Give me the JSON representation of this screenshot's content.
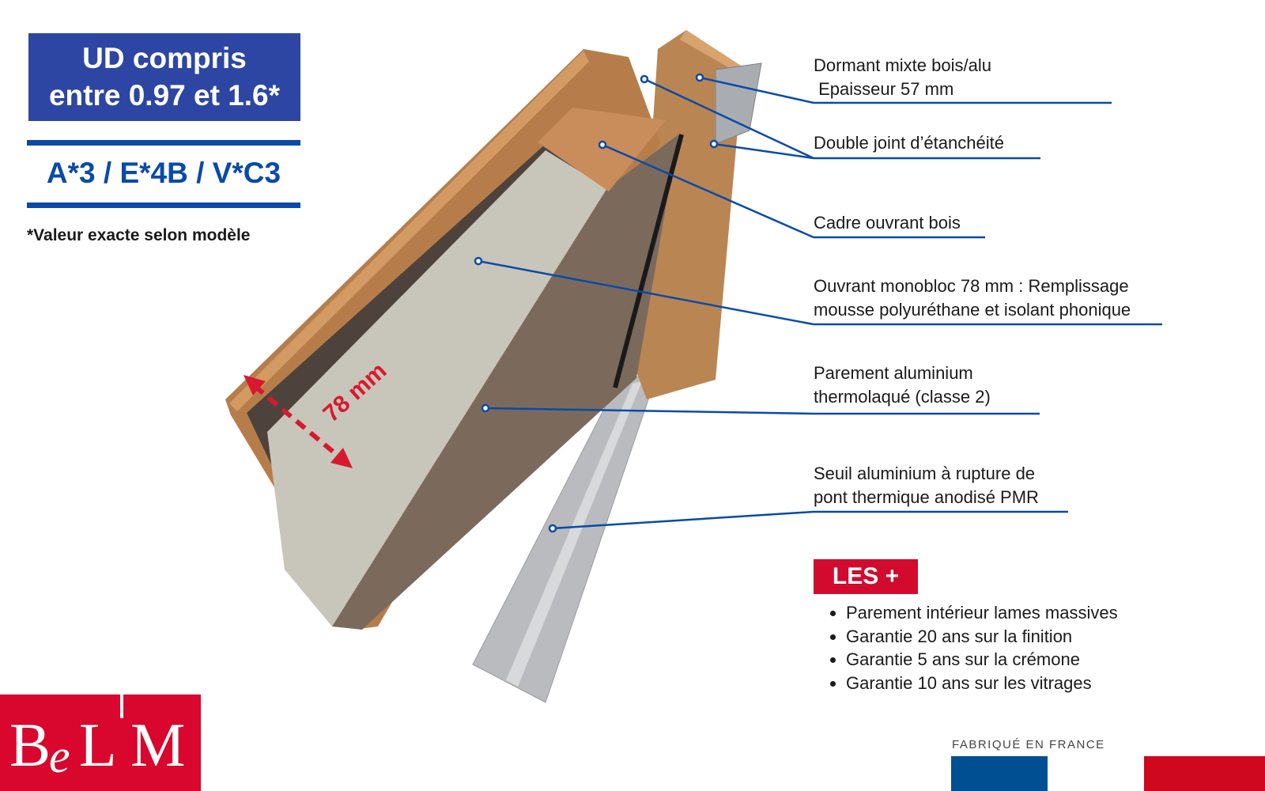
{
  "performance": {
    "ud_line1": "UD compris",
    "ud_line2": "entre 0.97 et 1.6*",
    "ratings": "A*3 / E*4B / V*C3",
    "note": "*Valeur exacte selon modèle"
  },
  "dimension_label": "78 mm",
  "callouts": [
    {
      "line1": "Dormant mixte bois/alu",
      "line2": " Epaisseur 57 mm"
    },
    {
      "line1": "Double joint d’étanchéité",
      "line2": ""
    },
    {
      "line1": "Cadre ouvrant bois",
      "line2": ""
    },
    {
      "line1": "Ouvrant monobloc 78 mm : Remplissage",
      "line2": "mousse polyuréthane et isolant phonique"
    },
    {
      "line1": "Parement aluminium",
      "line2": "thermolaqué (classe 2)"
    },
    {
      "line1": "Seuil aluminium à rupture de",
      "line2": "pont thermique anodisé PMR"
    }
  ],
  "advantages": {
    "title": "LES +",
    "items": [
      "Parement intérieur lames massives",
      "Garantie 20 ans sur la finition",
      "Garantie 5 ans sur la crémone",
      "Garantie 10 ans sur les vitrages"
    ]
  },
  "logo": "BeL'M",
  "made_in": "FABRIQUÉ EN FRANCE",
  "colors": {
    "blue": "#0a4aa8",
    "box": "#2d46a3",
    "red": "#d20a2e",
    "arrow": "#d7192f"
  }
}
